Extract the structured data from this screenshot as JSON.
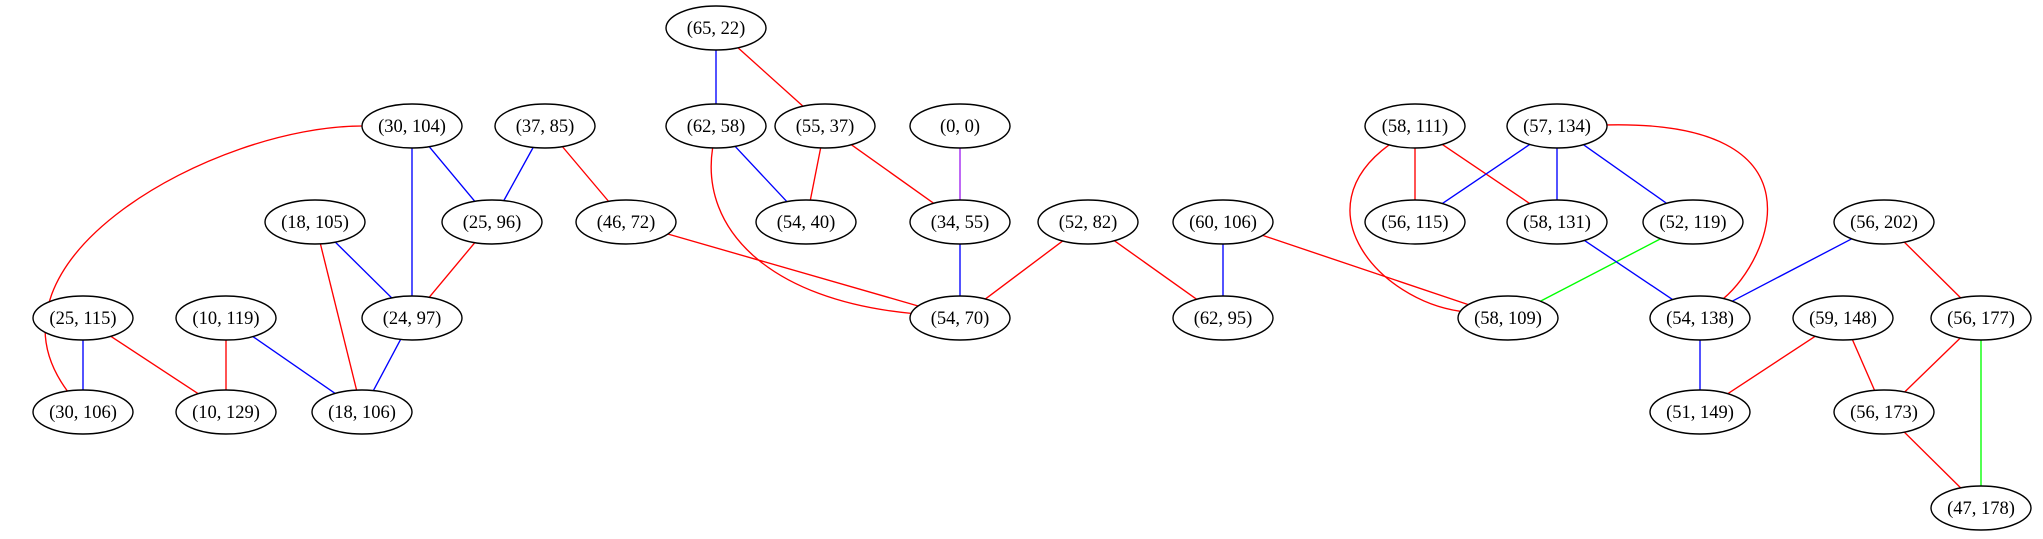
{
  "colors": {
    "red": "#ff0000",
    "blue": "#0000ff",
    "green": "#00ff00",
    "purple": "#a020f0"
  },
  "nodes": [
    {
      "id": "n65_22",
      "label": "(65, 22)"
    },
    {
      "id": "n62_58",
      "label": "(62, 58)"
    },
    {
      "id": "n55_37",
      "label": "(55, 37)"
    },
    {
      "id": "n0_0",
      "label": "(0, 0)"
    },
    {
      "id": "n30_104",
      "label": "(30, 104)"
    },
    {
      "id": "n37_85",
      "label": "(37, 85)"
    },
    {
      "id": "n58_111",
      "label": "(58, 111)"
    },
    {
      "id": "n57_134",
      "label": "(57, 134)"
    },
    {
      "id": "n18_105",
      "label": "(18, 105)"
    },
    {
      "id": "n25_96",
      "label": "(25, 96)"
    },
    {
      "id": "n46_72",
      "label": "(46, 72)"
    },
    {
      "id": "n54_40",
      "label": "(54, 40)"
    },
    {
      "id": "n34_55",
      "label": "(34, 55)"
    },
    {
      "id": "n52_82",
      "label": "(52, 82)"
    },
    {
      "id": "n60_106",
      "label": "(60, 106)"
    },
    {
      "id": "n56_115",
      "label": "(56, 115)"
    },
    {
      "id": "n58_131",
      "label": "(58, 131)"
    },
    {
      "id": "n52_119",
      "label": "(52, 119)"
    },
    {
      "id": "n56_202",
      "label": "(56, 202)"
    },
    {
      "id": "n25_115",
      "label": "(25, 115)"
    },
    {
      "id": "n10_119",
      "label": "(10, 119)"
    },
    {
      "id": "n24_97",
      "label": "(24, 97)"
    },
    {
      "id": "n54_70",
      "label": "(54, 70)"
    },
    {
      "id": "n62_95",
      "label": "(62, 95)"
    },
    {
      "id": "n58_109",
      "label": "(58, 109)"
    },
    {
      "id": "n54_138",
      "label": "(54, 138)"
    },
    {
      "id": "n59_148",
      "label": "(59, 148)"
    },
    {
      "id": "n56_177",
      "label": "(56, 177)"
    },
    {
      "id": "n30_106",
      "label": "(30, 106)"
    },
    {
      "id": "n10_129",
      "label": "(10, 129)"
    },
    {
      "id": "n18_106",
      "label": "(18, 106)"
    },
    {
      "id": "n51_149",
      "label": "(51, 149)"
    },
    {
      "id": "n56_173",
      "label": "(56, 173)"
    },
    {
      "id": "n47_178",
      "label": "(47, 178)"
    }
  ],
  "edges": [
    {
      "from": "n65_22",
      "to": "n62_58",
      "color": "blue"
    },
    {
      "from": "n65_22",
      "to": "n55_37",
      "color": "red"
    },
    {
      "from": "n62_58",
      "to": "n54_40",
      "color": "blue"
    },
    {
      "from": "n62_58",
      "to": "n54_70",
      "color": "red"
    },
    {
      "from": "n55_37",
      "to": "n54_40",
      "color": "red"
    },
    {
      "from": "n55_37",
      "to": "n34_55",
      "color": "red"
    },
    {
      "from": "n0_0",
      "to": "n34_55",
      "color": "purple"
    },
    {
      "from": "n34_55",
      "to": "n54_70",
      "color": "blue"
    },
    {
      "from": "n30_104",
      "to": "n25_96",
      "color": "blue"
    },
    {
      "from": "n30_104",
      "to": "n24_97",
      "color": "blue"
    },
    {
      "from": "n30_104",
      "to": "n30_106",
      "color": "red"
    },
    {
      "from": "n37_85",
      "to": "n25_96",
      "color": "blue"
    },
    {
      "from": "n37_85",
      "to": "n46_72",
      "color": "red"
    },
    {
      "from": "n25_96",
      "to": "n24_97",
      "color": "red"
    },
    {
      "from": "n18_105",
      "to": "n24_97",
      "color": "blue"
    },
    {
      "from": "n18_105",
      "to": "n18_106",
      "color": "red"
    },
    {
      "from": "n24_97",
      "to": "n18_106",
      "color": "blue"
    },
    {
      "from": "n10_119",
      "to": "n18_106",
      "color": "blue"
    },
    {
      "from": "n10_119",
      "to": "n10_129",
      "color": "red"
    },
    {
      "from": "n25_115",
      "to": "n10_129",
      "color": "red"
    },
    {
      "from": "n25_115",
      "to": "n30_106",
      "color": "blue"
    },
    {
      "from": "n46_72",
      "to": "n54_70",
      "color": "red"
    },
    {
      "from": "n52_82",
      "to": "n54_70",
      "color": "red"
    },
    {
      "from": "n52_82",
      "to": "n62_95",
      "color": "red"
    },
    {
      "from": "n60_106",
      "to": "n62_95",
      "color": "blue"
    },
    {
      "from": "n60_106",
      "to": "n58_109",
      "color": "red"
    },
    {
      "from": "n58_111",
      "to": "n56_115",
      "color": "red"
    },
    {
      "from": "n58_111",
      "to": "n58_131",
      "color": "red"
    },
    {
      "from": "n58_111",
      "to": "n58_109",
      "color": "red"
    },
    {
      "from": "n57_134",
      "to": "n56_115",
      "color": "blue"
    },
    {
      "from": "n57_134",
      "to": "n58_131",
      "color": "blue"
    },
    {
      "from": "n57_134",
      "to": "n52_119",
      "color": "blue"
    },
    {
      "from": "n57_134",
      "to": "n54_138",
      "color": "red"
    },
    {
      "from": "n52_119",
      "to": "n58_109",
      "color": "green"
    },
    {
      "from": "n58_131",
      "to": "n54_138",
      "color": "blue"
    },
    {
      "from": "n56_202",
      "to": "n54_138",
      "color": "blue"
    },
    {
      "from": "n56_202",
      "to": "n56_177",
      "color": "red"
    },
    {
      "from": "n54_138",
      "to": "n51_149",
      "color": "blue"
    },
    {
      "from": "n59_148",
      "to": "n51_149",
      "color": "red"
    },
    {
      "from": "n59_148",
      "to": "n56_173",
      "color": "red"
    },
    {
      "from": "n56_177",
      "to": "n56_173",
      "color": "red"
    },
    {
      "from": "n56_177",
      "to": "n47_178",
      "color": "green"
    },
    {
      "from": "n56_173",
      "to": "n47_178",
      "color": "red"
    }
  ]
}
